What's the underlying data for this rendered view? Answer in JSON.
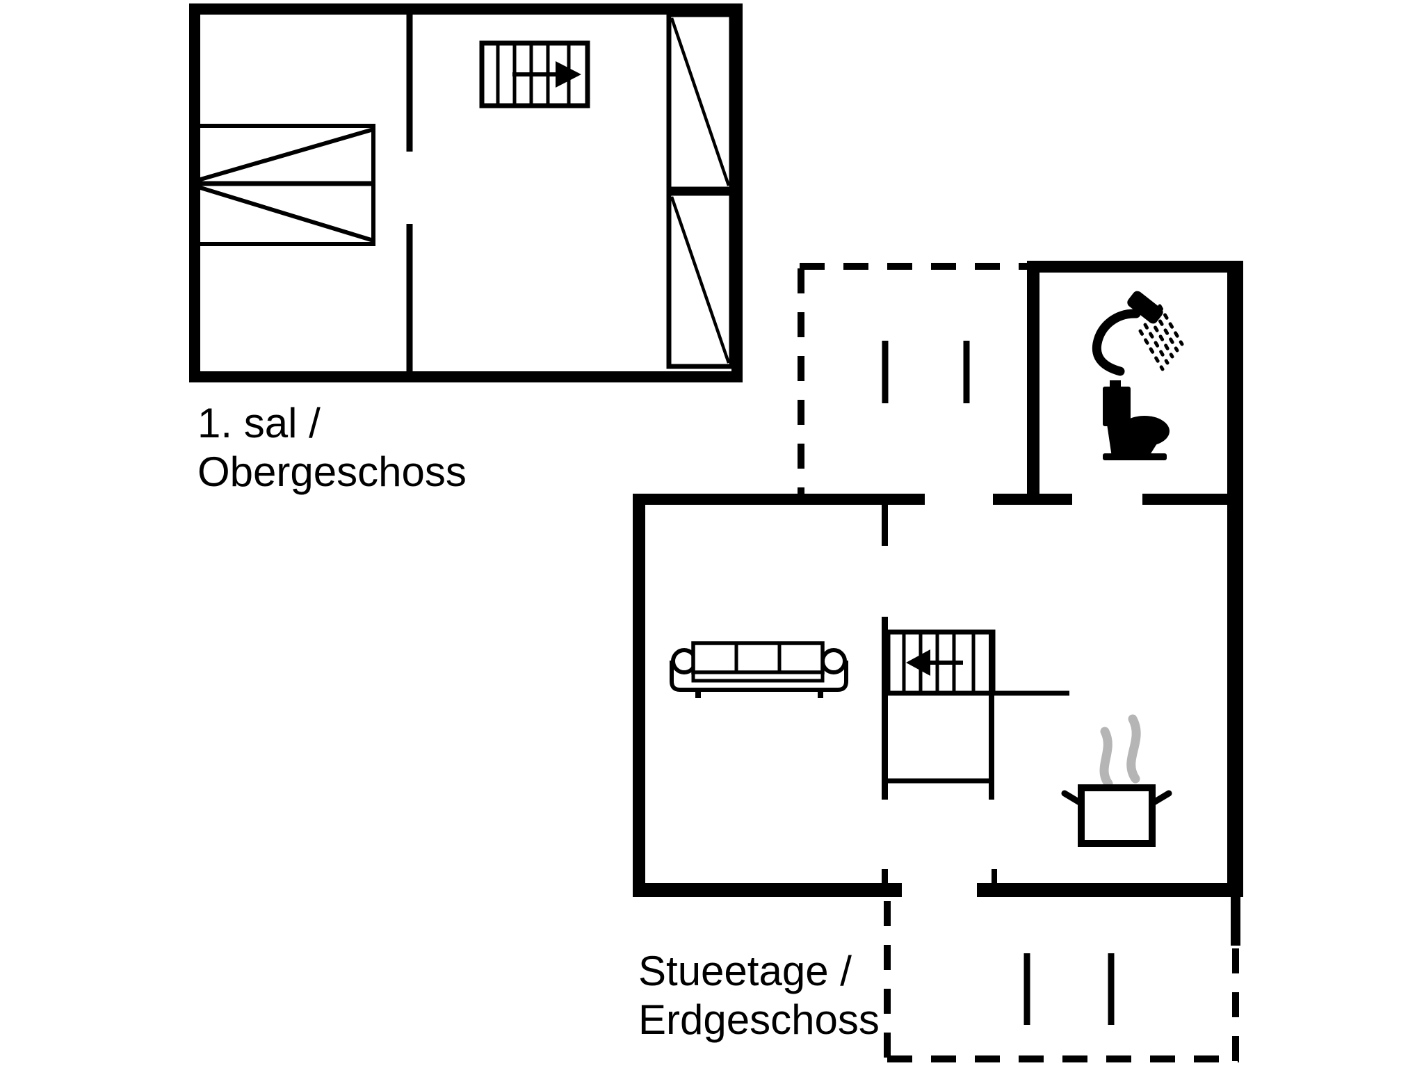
{
  "theme": {
    "background": "#ffffff",
    "line_color": "#000000",
    "steam_color": "#b5b5b5"
  },
  "upper_floor": {
    "label_line1": "1. sal /",
    "label_line2": "Obergeschoss",
    "icons": [
      "staircase-up",
      "wardrobe",
      "window",
      "window"
    ]
  },
  "ground_floor": {
    "label_line1": "Stueetage /",
    "label_line2": "Erdgeschoss",
    "icons": [
      "sofa",
      "staircase-down",
      "shower",
      "toilet",
      "cooking-pot",
      "porch-dashed-outline",
      "terrace-dashed-outline"
    ]
  }
}
